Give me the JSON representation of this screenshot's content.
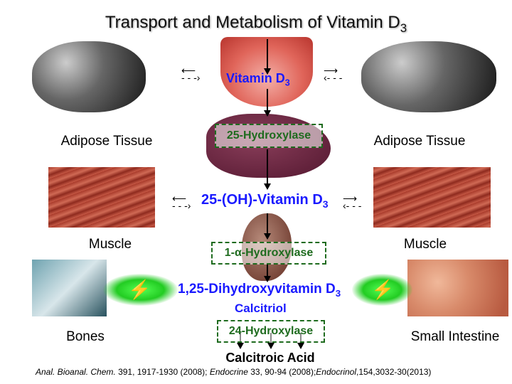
{
  "title": "Transport and Metabolism of Vitamin D",
  "title_sub": "3",
  "vitamin_d3": "Vitamin D",
  "vitamin_d3_sub": "3",
  "hydroxy25": "25-Hydroxylase",
  "oh_vitd3": "25-(OH)-Vitamin D",
  "oh_vitd3_sub": "3",
  "alpha_hydroxy": "1-α-Hydroxylase",
  "dihydroxy": "1,25-Dihydroxyvitamin D",
  "dihydroxy_sub": "3",
  "calcitriol": "Calcitriol",
  "hydroxy24": "24-Hydroxylase",
  "calcitroic": "Calcitroic Acid",
  "labels": {
    "adipose_left": "Adipose Tissue",
    "adipose_right": "Adipose Tissue",
    "muscle_left": "Muscle",
    "muscle_right": "Muscle",
    "bones": "Bones",
    "intestine": "Small Intestine"
  },
  "citation": {
    "j1": "Anal. Bioanal. Chem.",
    "r1": " 391, 1917-1930 (2008); ",
    "j2": "Endocrine",
    "r2": "  33, 90-94 (2008);",
    "j3": "Endocrinol",
    "r3": ",154,3032-30(2013)"
  }
}
